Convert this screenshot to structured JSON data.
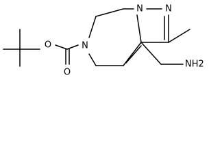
{
  "molecule": {
    "atom_labels": {
      "ester_oxygen": "O",
      "carbonyl_oxygen": "O",
      "amide_nitrogen": "N",
      "ring_n1": "N",
      "ring_n2": "N",
      "amine": "NH2"
    },
    "bond_color": "#000000",
    "label_color": "#000000"
  }
}
